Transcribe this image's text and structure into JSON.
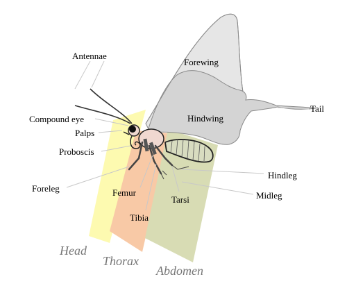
{
  "labels": {
    "antennae": "Antennae",
    "forewing": "Forewing",
    "hindwing": "Hindwing",
    "tail": "Tail",
    "compound_eye": "Compound eye",
    "palps": "Palps",
    "proboscis": "Proboscis",
    "foreleg": "Foreleg",
    "femur": "Femur",
    "tibia": "Tibia",
    "tarsi": "Tarsi",
    "hindleg": "Hindleg",
    "midleg": "Midleg"
  },
  "sections": {
    "head": "Head",
    "thorax": "Thorax",
    "abdomen": "Abdomen"
  },
  "colors": {
    "head_band": "#fdfab0",
    "thorax_band": "#f8c9a6",
    "abdomen_band": "#d8dcb4",
    "wing_fill": "#e6e6e6",
    "hindwing_fill": "#d4d4d4",
    "abdomen_fill": "#d8dcc0"
  }
}
